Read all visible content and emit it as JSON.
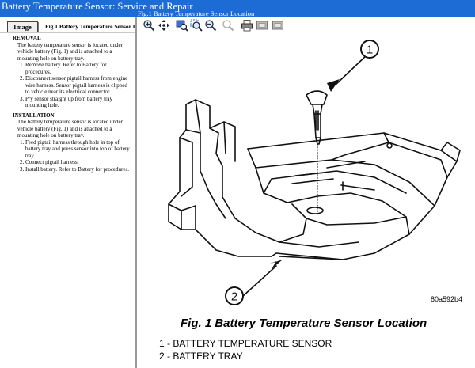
{
  "window": {
    "title": "Battery Temperature Sensor:  Service and Repair",
    "image_pane_title": "Fig.1 Battery Temperature Sensor Location"
  },
  "left_panel": {
    "image_button": "Image",
    "figure_label": "Fig.1 Battery Temperature Sensor Lo"
  },
  "document": {
    "removal": {
      "heading": "REMOVAL",
      "intro": "The battery temperature sensor is located under vehicle battery (Fig. 1) and is attached to a mounting hole on battery tray.",
      "steps": [
        "Remove battery. Refer to Battery for procedures.",
        "Disconnect sensor pigtail harness from engine wire harness. Sensor pigtail harness is clipped to vehicle near its electrical connector.",
        "Pry sensor straight up from battery tray mounting hole."
      ]
    },
    "installation": {
      "heading": "INSTALLATION",
      "intro": "The battery temperature sensor is located under vehicle battery (Fig. 1) and is attached to a mounting hole on battery tray.",
      "steps": [
        "Feed pigtail harness through hole in top of battery tray and press sensor into top of battery tray.",
        "Connect pigtail harness.",
        "Install battery. Refer to Battery for procedures."
      ]
    }
  },
  "toolbar": {
    "buttons": [
      {
        "name": "zoom-in-icon"
      },
      {
        "name": "pan-icon"
      },
      {
        "name": "fit-window-icon"
      },
      {
        "name": "zoom-area-icon"
      },
      {
        "name": "zoom-out-icon"
      },
      {
        "name": "zoom-disabled-icon"
      },
      {
        "name": "print-icon"
      },
      {
        "name": "copy-icon"
      },
      {
        "name": "save-icon"
      }
    ]
  },
  "figure": {
    "callout_1": "1",
    "callout_2": "2",
    "image_code": "80a592b4",
    "caption": "Fig. 1 Battery Temperature Sensor Location",
    "legend": [
      "1 - BATTERY TEMPERATURE SENSOR",
      "2 - BATTERY TRAY"
    ]
  }
}
